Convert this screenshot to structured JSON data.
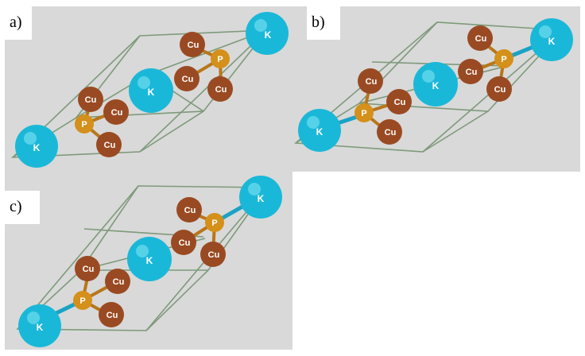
{
  "panels": [
    {
      "id": "a",
      "label": "a)"
    },
    {
      "id": "b",
      "label": "b)"
    },
    {
      "id": "c",
      "label": "c)"
    }
  ],
  "atoms": {
    "potassium": {
      "symbol": "K",
      "color": "#1ab8d8"
    },
    "copper": {
      "symbol": "Cu",
      "color": "#9a4a22"
    },
    "phosphorus": {
      "symbol": "P",
      "color": "#d4901a"
    }
  },
  "colors": {
    "background": "#d9d9d9",
    "cell_edges": "#7e9a7a",
    "bond_K": "#1aa2c6"
  }
}
